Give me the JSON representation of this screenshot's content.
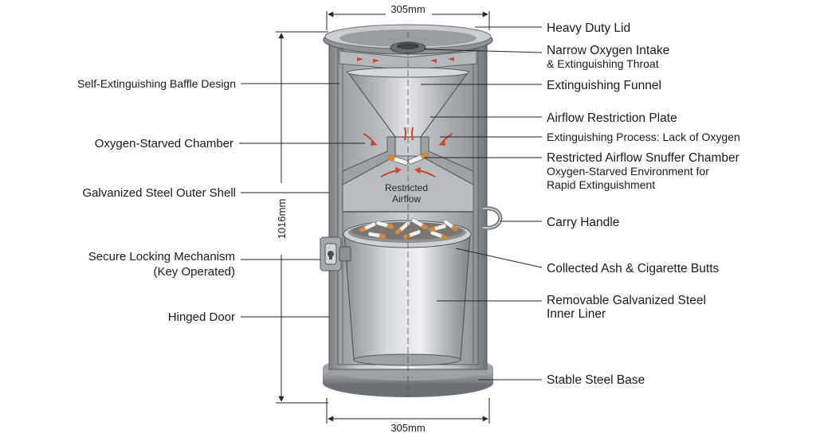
{
  "dimensions": {
    "top_width": "305mm",
    "bottom_width": "305mm",
    "height": "1016mm"
  },
  "labels_right": {
    "heavy_duty_lid": "Heavy Duty Lid",
    "oxygen_intake_line1": "Narrow Oxygen Intake",
    "oxygen_intake_line2": "& Extinguishing Throat",
    "extinguishing_funnel": "Extinguishing Funnel",
    "airflow_restriction_plate": "Airflow Restriction Plate",
    "extinguishing_process": "Extinguishing Process: Lack of Oxygen",
    "snuffer_line1": "Restricted Airflow Snuffer Chamber",
    "snuffer_line2": "Oxygen-Starved Environment for",
    "snuffer_line3": "Rapid Extinguishment",
    "carry_handle": "Carry Handle",
    "collected_ash": "Collected Ash & Cigarette Butts",
    "inner_liner_line1": "Removable Galvanized Steel",
    "inner_liner_line2": "Inner Liner",
    "stable_base": "Stable Steel Base"
  },
  "labels_left": {
    "baffle_design": "Self-Extinguishing Baffle Design",
    "oxygen_starved": "Oxygen-Starved Chamber",
    "outer_shell": "Galvanized Steel Outer Shell",
    "locking_line1": "Secure Locking Mechanism",
    "locking_line2": "(Key Operated)",
    "hinged_door": "Hinged Door"
  },
  "inner_labels": {
    "restricted_line1": "Restricted",
    "restricted_line2": "Airflow"
  },
  "colors": {
    "steel_light": "#d9dcdf",
    "steel_mid": "#a9adb1",
    "steel_dark": "#6e7276",
    "arrow_red": "#c8452f",
    "butt_orange": "#d9893a"
  }
}
